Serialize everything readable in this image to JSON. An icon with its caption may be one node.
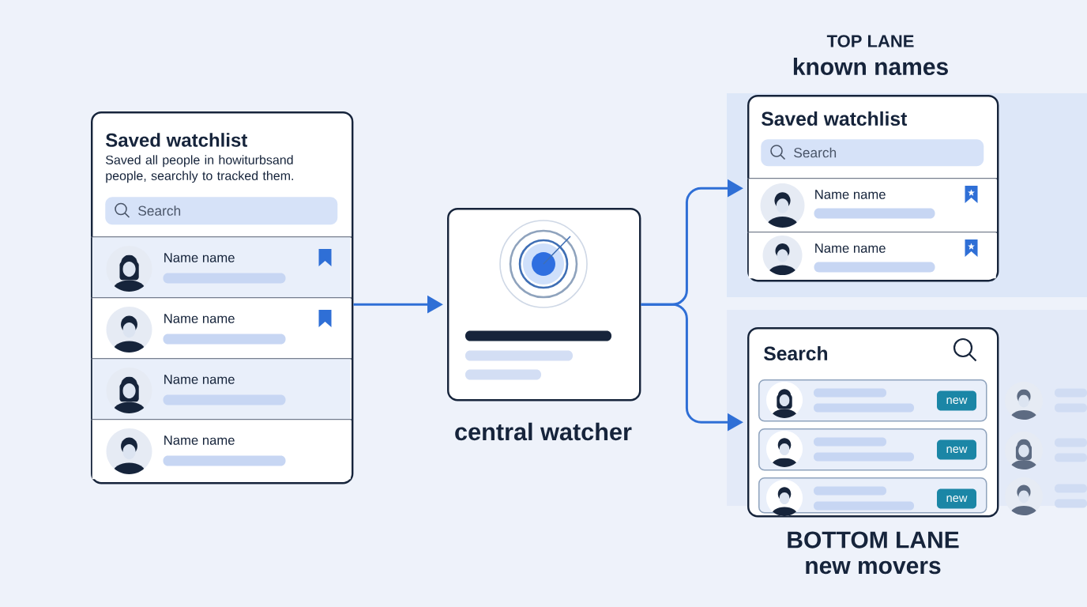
{
  "diagram": {
    "nodes": [
      {
        "text": [
          "Saved watchlist",
          "Saved all people in howiturbsand people, searchly to tracked them."
        ]
      },
      {
        "text": [
          "Search"
        ],
        "in": 0
      },
      {
        "text": [
          "Name name"
        ],
        "in": 0
      },
      {
        "text": [
          "Name name"
        ],
        "in": 0
      },
      {
        "text": [
          "Name name"
        ],
        "in": 0
      },
      {
        "text": [
          "Name name"
        ],
        "in": 0
      },
      {
        "text": [],
        "shape": "box",
        "beside": [
          "central watcher"
        ]
      },
      {
        "text": [
          "Saved watchlist"
        ]
      },
      {
        "text": [
          "Search"
        ],
        "in": 7
      },
      {
        "text": [
          "Name name"
        ],
        "in": 7
      },
      {
        "text": [
          "Name name"
        ],
        "in": 7
      },
      {
        "text": [
          "Search"
        ]
      },
      {
        "text": [
          "new"
        ],
        "in": 11
      },
      {
        "text": [
          "new"
        ],
        "in": 11
      },
      {
        "text": [
          "new"
        ],
        "in": 11
      }
    ],
    "edges": [
      {
        "from": 0,
        "to": 6,
        "arrow": "to"
      },
      {
        "from": 6,
        "to": 7,
        "arrow": "to"
      },
      {
        "from": 6,
        "to": 11,
        "arrow": "to"
      }
    ],
    "labels": [
      "TOP LANE",
      "known names",
      "BOTTOM LANE",
      "new movers"
    ]
  }
}
